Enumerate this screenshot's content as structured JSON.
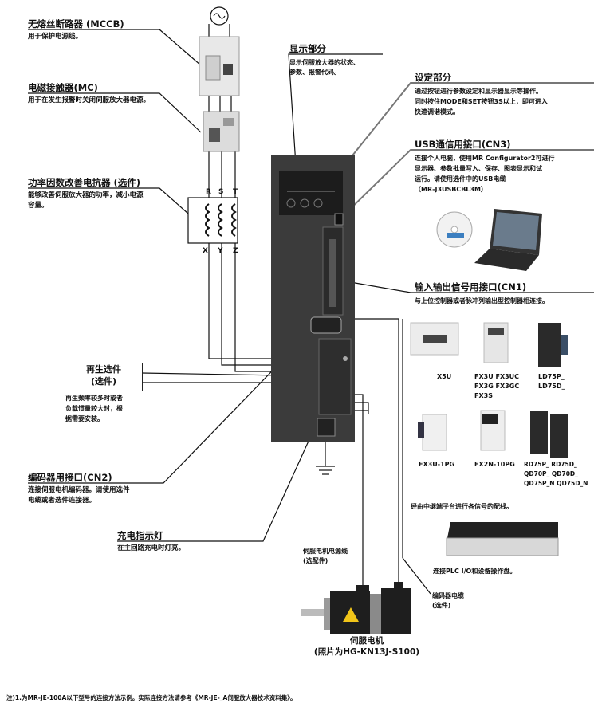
{
  "callouts": {
    "mccb": {
      "title": "无熔丝断路器 (MCCB)",
      "desc": "用于保护电源线。"
    },
    "mc": {
      "title": "电磁接触器(MC)",
      "desc": "用于在发生报警时关闭伺服放大器电源。"
    },
    "reactor": {
      "title": "功率因数改善电抗器 (选件)",
      "desc1": "能够改善伺服放大器的功率，减小电源",
      "desc2": "容量。"
    },
    "display": {
      "title": "显示部分",
      "desc1": "显示伺服放大器的状态、",
      "desc2": "参数、报警代码。"
    },
    "setting": {
      "title": "设定部分",
      "desc1": "通过按钮进行参数设定和显示器显示等操作。",
      "desc2": "同时按住MODE和SET按钮3S以上，即可进入",
      "desc3": "快速调谐模式。"
    },
    "usb": {
      "title": "USB通信用接口(CN3)",
      "desc1": "连接个人电脑，使用MR  Configurator2可进行",
      "desc2": "显示器、参数批量写入、保存、图表显示和试",
      "desc3": "运行。请使用选件中的USB电缆",
      "desc4": "（MR-J3USBCBL3M）"
    },
    "cn1": {
      "title": "输入输出信号用接口(CN1)",
      "desc": "与上位控制器或者脉冲列输出型控制器相连接。"
    },
    "regen": {
      "box1": "再生选件",
      "box2": "(选件)",
      "desc1": "再生频率较多时或者",
      "desc2": "负载惯量较大时，根",
      "desc3": "据需要安装。"
    },
    "cn2": {
      "title": "编码器用接口(CN2)",
      "desc1": "连接伺服电机编码器。请使用选件",
      "desc2": "电缆或者选件连接器。"
    },
    "charge": {
      "title": "充电指示灯",
      "desc": "在主回路充电时灯亮。"
    }
  },
  "terminals": {
    "r": "R",
    "s": "S",
    "t": "T",
    "x": "X",
    "y": "Y",
    "z": "Z"
  },
  "controllers": [
    {
      "l1": "X5U"
    },
    {
      "l1": "FX3U  FX3UC",
      "l2": "FX3G  FX3GC",
      "l3": "FX3S"
    },
    {
      "l1": "LD75P_",
      "l2": "LD75D_"
    },
    {
      "l1": "FX3U-1PG"
    },
    {
      "l1": "FX2N-10PG"
    },
    {
      "l1": "RD75P_    RD75D_",
      "l2": "QD70P_    QD70D_",
      "l3": "QD75P_N  QD75D_N"
    }
  ],
  "relay": {
    "text": "经由中继端子台进行各信号的配线。",
    "desc": "连接PLC I/O和设备操作盘。"
  },
  "cables": {
    "power1": "伺服电机电源线",
    "power2": "(选配件)",
    "enc1": "编码器电缆",
    "enc2": "(选件)"
  },
  "motor": {
    "name": "伺服电机",
    "model": "(照片为HG-KN13J-S100)"
  },
  "note": "注)1.为MR-JE-100A以下型号的连接方法示例。实际连接方法请参考《MR-JE-_A伺服放大器技术资料集》。",
  "colors": {
    "amplifier": "#3b3b3b",
    "motor": "#1e1e1e",
    "warning": "#f0c419"
  }
}
